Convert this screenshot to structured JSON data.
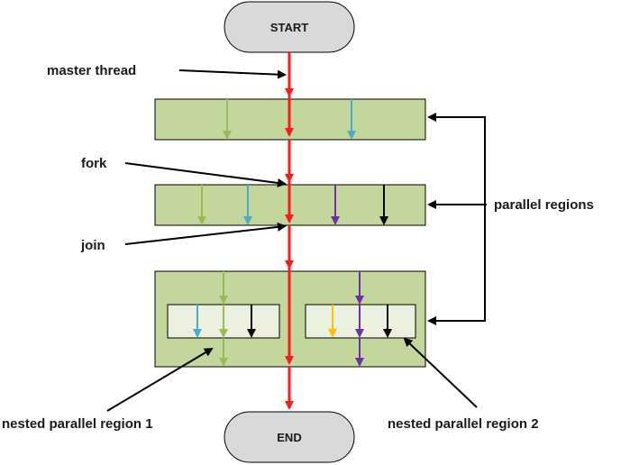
{
  "terminals": {
    "start": "START",
    "end": "END"
  },
  "labels": {
    "master_thread": "master thread",
    "fork": "fork",
    "join": "join",
    "parallel_regions": "parallel regions",
    "nested_region_1": "nested parallel region  1",
    "nested_region_2": "nested parallel region  2"
  },
  "colors": {
    "master": "#ff1a1a",
    "green": "#9bbb59",
    "blue": "#4bacc6",
    "purple": "#7030a0",
    "black": "#000000",
    "orange": "#ffc000",
    "region_fill": "#c3d69b",
    "nested_fill": "#ebf1de",
    "terminal_fill": "#d9d9d9"
  }
}
